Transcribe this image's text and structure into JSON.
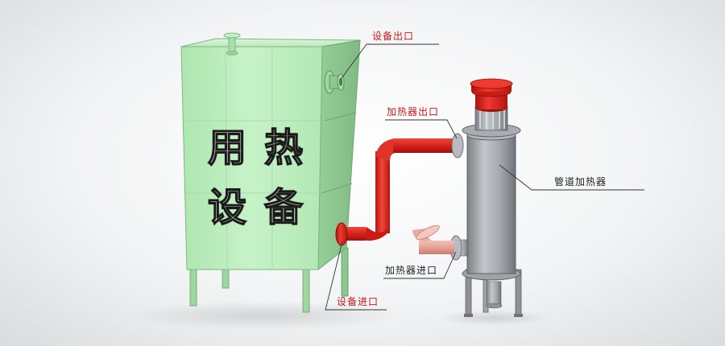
{
  "tank": {
    "label_line1": "用热",
    "label_line2": "设备"
  },
  "callouts": {
    "equipment_outlet": "设备出口",
    "heater_outlet": "加热器出口",
    "pipeline_heater": "管道加热器",
    "heater_inlet": "加热器进口",
    "equipment_inlet": "设备进口"
  },
  "colors": {
    "tank_body": "#bfeec0",
    "pipe_red": "#e3241d",
    "heater_grey": "#9ea2a6",
    "heater_cap_red": "#d8211b",
    "inlet_pink": "#e8a59c",
    "label_red": "#d4161a",
    "label_black": "#222222"
  }
}
